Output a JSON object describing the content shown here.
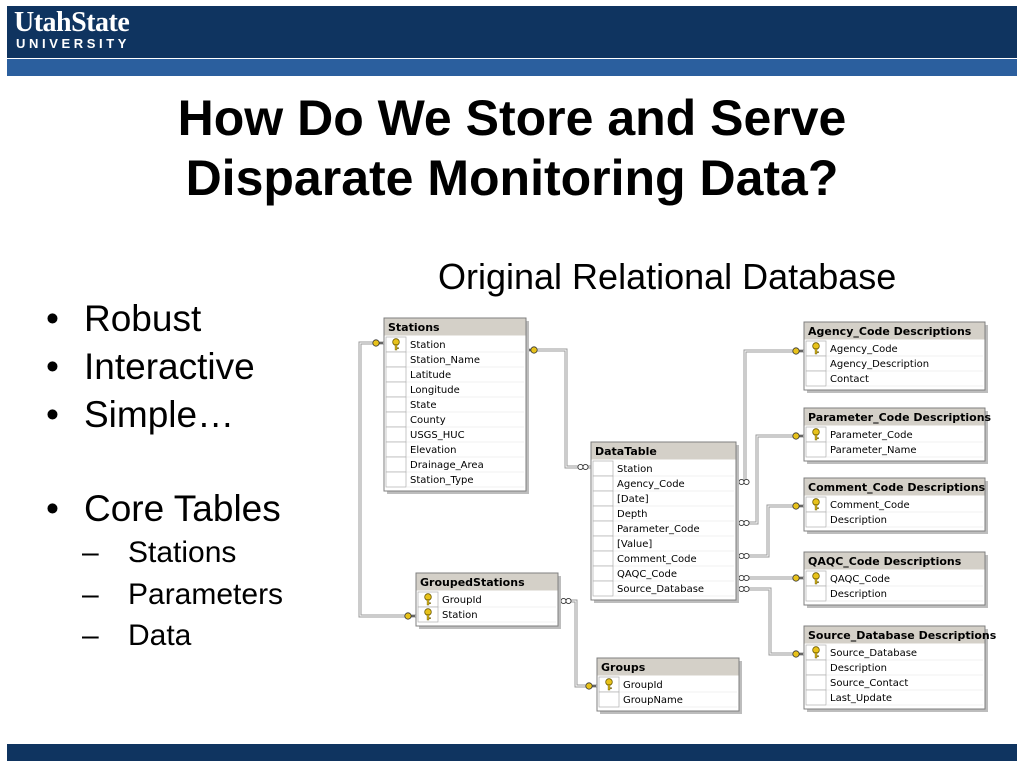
{
  "logo": {
    "line1": "UtahState",
    "line2": "UNIVERSITY"
  },
  "title": {
    "line1": "How Do We Store and Serve",
    "line2": "Disparate Monitoring Data?"
  },
  "subtitle": "Original Relational Database",
  "bullets": [
    {
      "bullet": "•",
      "text": "Robust"
    },
    {
      "bullet": "•",
      "text": "Interactive"
    },
    {
      "bullet": "•",
      "text": "Simple…"
    },
    {
      "bullet": "•",
      "text": "Core Tables"
    }
  ],
  "sub_bullets": [
    {
      "dash": "–",
      "text": "Stations"
    },
    {
      "dash": "–",
      "text": "Parameters"
    },
    {
      "dash": "–",
      "text": "Data"
    }
  ],
  "colors": {
    "header": "#0f3460",
    "stripe": "#2b5f9e",
    "key": "#e8c21a",
    "table_title_bg": "#d4d0c8"
  },
  "tables": [
    {
      "id": "stations",
      "title": "Stations",
      "fields": [
        {
          "name": "Station",
          "key": true
        },
        {
          "name": "Station_Name",
          "key": false
        },
        {
          "name": "Latitude",
          "key": false
        },
        {
          "name": "Longitude",
          "key": false
        },
        {
          "name": "State",
          "key": false
        },
        {
          "name": "County",
          "key": false
        },
        {
          "name": "USGS_HUC",
          "key": false
        },
        {
          "name": "Elevation",
          "key": false
        },
        {
          "name": "Drainage_Area",
          "key": false
        },
        {
          "name": "Station_Type",
          "key": false
        }
      ]
    },
    {
      "id": "datatable",
      "title": "DataTable",
      "fields": [
        {
          "name": "Station",
          "key": false
        },
        {
          "name": "Agency_Code",
          "key": false
        },
        {
          "name": "[Date]",
          "key": false
        },
        {
          "name": "Depth",
          "key": false
        },
        {
          "name": "Parameter_Code",
          "key": false
        },
        {
          "name": "[Value]",
          "key": false
        },
        {
          "name": "Comment_Code",
          "key": false
        },
        {
          "name": "QAQC_Code",
          "key": false
        },
        {
          "name": "Source_Database",
          "key": false
        }
      ]
    },
    {
      "id": "groupedstations",
      "title": "GroupedStations",
      "fields": [
        {
          "name": "GroupId",
          "key": true
        },
        {
          "name": "Station",
          "key": true
        }
      ]
    },
    {
      "id": "groups",
      "title": "Groups",
      "fields": [
        {
          "name": "GroupId",
          "key": true
        },
        {
          "name": "GroupName",
          "key": false
        }
      ]
    },
    {
      "id": "agency",
      "title": "Agency_Code Descriptions",
      "fields": [
        {
          "name": "Agency_Code",
          "key": true
        },
        {
          "name": "Agency_Description",
          "key": false
        },
        {
          "name": "Contact",
          "key": false
        }
      ]
    },
    {
      "id": "parameter",
      "title": "Parameter_Code Descriptions",
      "fields": [
        {
          "name": "Parameter_Code",
          "key": true
        },
        {
          "name": "Parameter_Name",
          "key": false
        }
      ]
    },
    {
      "id": "comment",
      "title": "Comment_Code Descriptions",
      "fields": [
        {
          "name": "Comment_Code",
          "key": true
        },
        {
          "name": "Description",
          "key": false
        }
      ]
    },
    {
      "id": "qaqc",
      "title": "QAQC_Code Descriptions",
      "fields": [
        {
          "name": "QAQC_Code",
          "key": true
        },
        {
          "name": "Description",
          "key": false
        }
      ]
    },
    {
      "id": "source",
      "title": "Source_Database Descriptions",
      "fields": [
        {
          "name": "Source_Database",
          "key": true
        },
        {
          "name": "Description",
          "key": false
        },
        {
          "name": "Source_Contact",
          "key": false
        },
        {
          "name": "Last_Update",
          "key": false
        }
      ]
    }
  ],
  "relationships": [
    {
      "from": "stations",
      "to": "datatable"
    },
    {
      "from": "stations",
      "to": "groupedstations"
    },
    {
      "from": "groups",
      "to": "groupedstations"
    },
    {
      "from": "agency",
      "to": "datatable"
    },
    {
      "from": "parameter",
      "to": "datatable"
    },
    {
      "from": "comment",
      "to": "datatable"
    },
    {
      "from": "qaqc",
      "to": "datatable"
    },
    {
      "from": "source",
      "to": "datatable"
    }
  ]
}
